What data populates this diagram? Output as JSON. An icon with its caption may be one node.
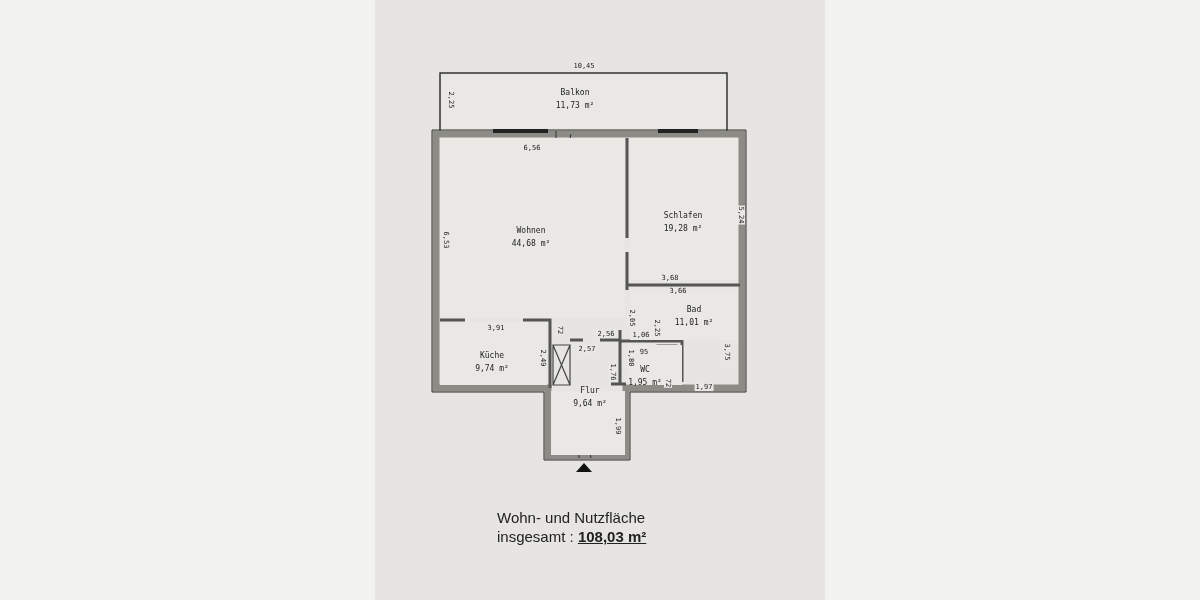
{
  "diagram": {
    "caption": "Wohn- und Nutzfläche insgesamt : **108,03 m²**",
    "nodes": [
      {
        "text": [
          "Balkon",
          "11,73 m²"
        ]
      },
      {
        "text": [
          "Wohnen",
          "44,68 m²"
        ]
      },
      {
        "text": [
          "Schlafen",
          "19,28 m²"
        ]
      },
      {
        "text": [
          "Bad",
          "11,01 m²"
        ]
      },
      {
        "text": [
          "Küche",
          "9,74 m²"
        ]
      },
      {
        "text": [
          "WC",
          "1,95 m²"
        ]
      },
      {
        "text": [
          "Flur",
          "9,64 m²"
        ]
      }
    ],
    "labels": [
      "10,45",
      "2,25",
      "6,56",
      "6,53",
      "5,24",
      "3,68",
      "3,66",
      "3,91",
      "72",
      "2,56",
      "2,05",
      "2,25",
      "1,06",
      "2,57",
      "95",
      "1,80",
      "2,49",
      "1,76",
      "3,75",
      "72",
      "1,97",
      "1,99"
    ]
  }
}
